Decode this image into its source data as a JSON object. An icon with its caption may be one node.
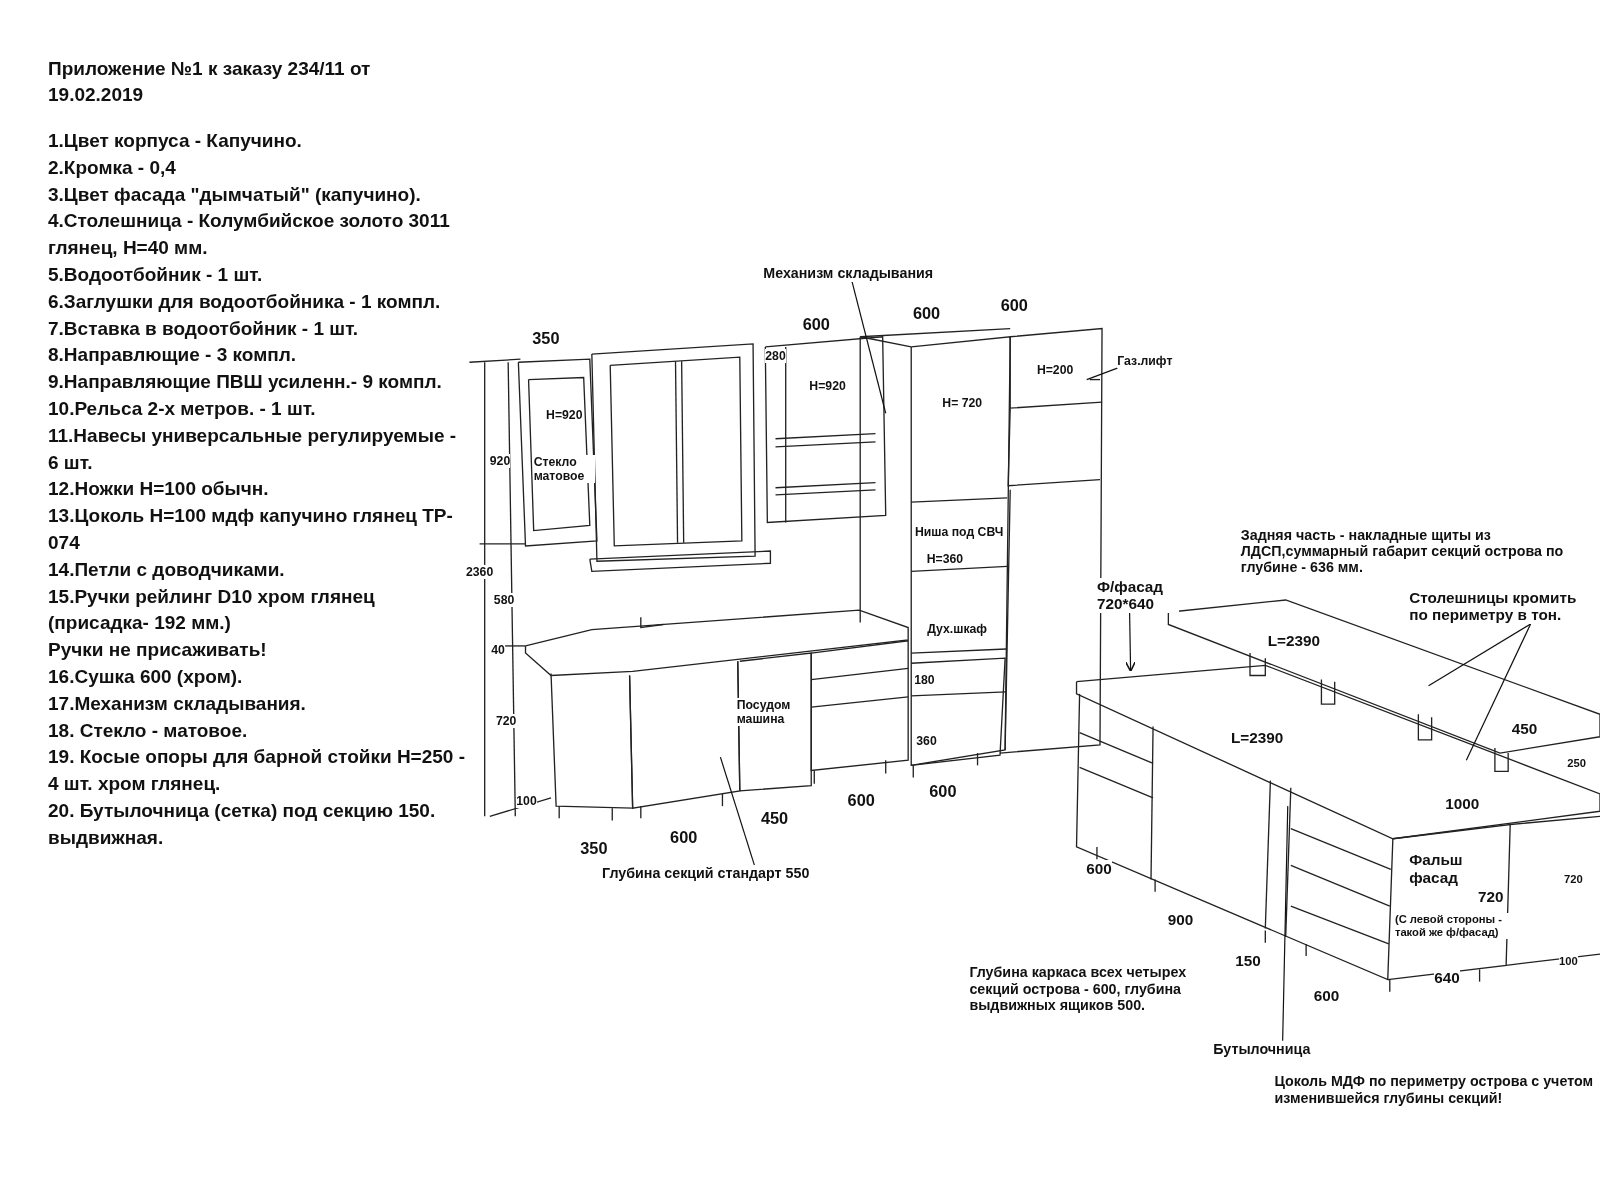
{
  "diagram": {
    "title": "Приложение №1 к заказу 234/11 от 19.02.2019",
    "nodes": [
      {
        "text": [
          "Механизм складывания"
        ]
      },
      {
        "text": [
          "Газ.лифт"
        ]
      },
      {
        "text": [
          "Глубина секций стандарт 550"
        ]
      },
      {
        "text": [
          "Ф/фасад 720*640"
        ]
      },
      {
        "text": [
          "Столешницы кромить по периметру в тон."
        ]
      },
      {
        "text": [
          "Бутылочница"
        ]
      }
    ],
    "edges": [
      {
        "from": 0,
        "to": null,
        "arrow": "none"
      },
      {
        "from": 1,
        "to": null,
        "arrow": "none"
      },
      {
        "from": 2,
        "to": null,
        "arrow": "none"
      },
      {
        "from": 3,
        "to": null,
        "arrow": "to"
      },
      {
        "from": 4,
        "to": null,
        "arrow": "none"
      },
      {
        "from": 4,
        "to": null,
        "arrow": "none"
      },
      {
        "from": 5,
        "to": null,
        "arrow": "none"
      }
    ],
    "labels": [
      "1.Цвет корпуса - Капучино.",
      "2.Кромка - 0,4",
      "3.Цвет фасада \"дымчатый\" (капучино).",
      "4.Столешница - Колумбийское золото 3011 глянец, H=40 мм.",
      "5.Водоотбойник - 1 шт.",
      "6.Заглушки для водоотбойника - 1 компл.",
      "7.Вставка в водоотбойник - 1 шт.",
      "8.Направлющие - 3 компл.",
      "9.Направляющие ПВШ усиленн.- 9 компл.",
      "10.Рельса 2-х метров. - 1 шт.",
      "11.Навесы универсальные регулируемые - 6 шт.",
      "12.Ножки H=100 обычн.",
      "13.Цоколь H=100 мдф капучино глянец TP-074",
      "14.Петли с доводчиками.",
      "15.Ручки рейлинг D10 хром глянец (присадка- 192 мм.)",
      "Ручки не присаживать!",
      "16.Сушка 600 (хром).",
      "17.Механизм складывания.",
      "18. Стекло - матовое.",
      "19. Косые опоры для барной стойки H=250 - 4 шт. хром глянец.",
      "20. Бутылочница (сетка) под секцию 150. выдвижная.",
      "350",
      "920",
      "H=920",
      "Стекло матовое",
      "2360",
      "580",
      "40",
      "720",
      "100",
      "600",
      "280",
      "H=920",
      "600",
      "H= 720",
      "600",
      "H=200",
      "Ниша под СВЧ",
      "H=360",
      "Дух.шкаф",
      "180",
      "Посудом машина",
      "360",
      "600",
      "600",
      "450",
      "600",
      "350",
      "Задняя часть - накладные щиты из ЛДСП,суммарный габарит секций острова по глубине - 636 мм.",
      "L=2390",
      "L=2390",
      "450",
      "250",
      "1000",
      "Фальш фасад",
      "720",
      "720",
      "(С левой стороны - такой же ф/фасад)",
      "600",
      "900",
      "100",
      "150",
      "640",
      "600",
      "Глубина каркаса всех четырех секций острова - 600, глубина выдвижных ящиков 500.",
      "Цоколь МДФ по периметру острова с учетом изменившейся глубины секций!"
    ]
  }
}
